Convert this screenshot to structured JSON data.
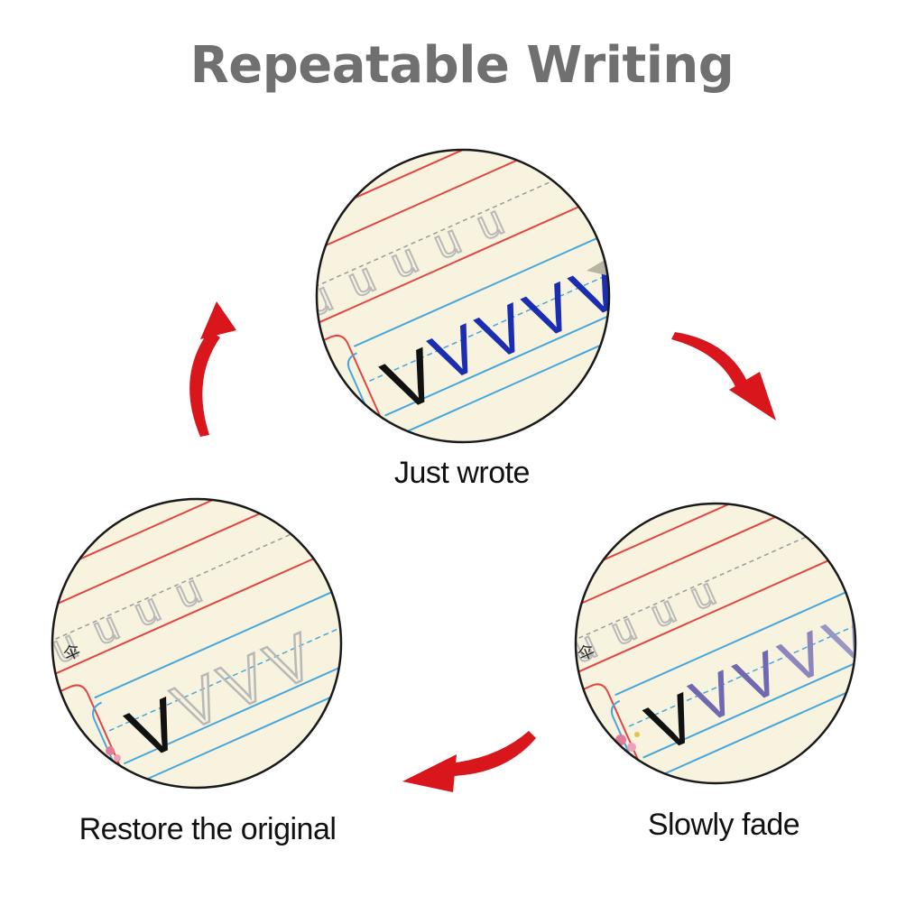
{
  "title": "Repeatable Writing",
  "captions": {
    "top": "Just wrote",
    "left": "Restore the original",
    "right": "Slowly fade"
  },
  "glyphs": {
    "small_letter": "u",
    "big_letter": "V",
    "side_character": "伞"
  },
  "colors": {
    "title": "#707070",
    "arrow": "#d8161b",
    "paper": "#f8f3de",
    "red_line": "#e04646",
    "blue_line": "#47a7dc",
    "ink_fresh": "#1b2db0",
    "ink_fading": "#7068b0",
    "trace_gray": "#b8b8b8",
    "black": "#111111"
  }
}
